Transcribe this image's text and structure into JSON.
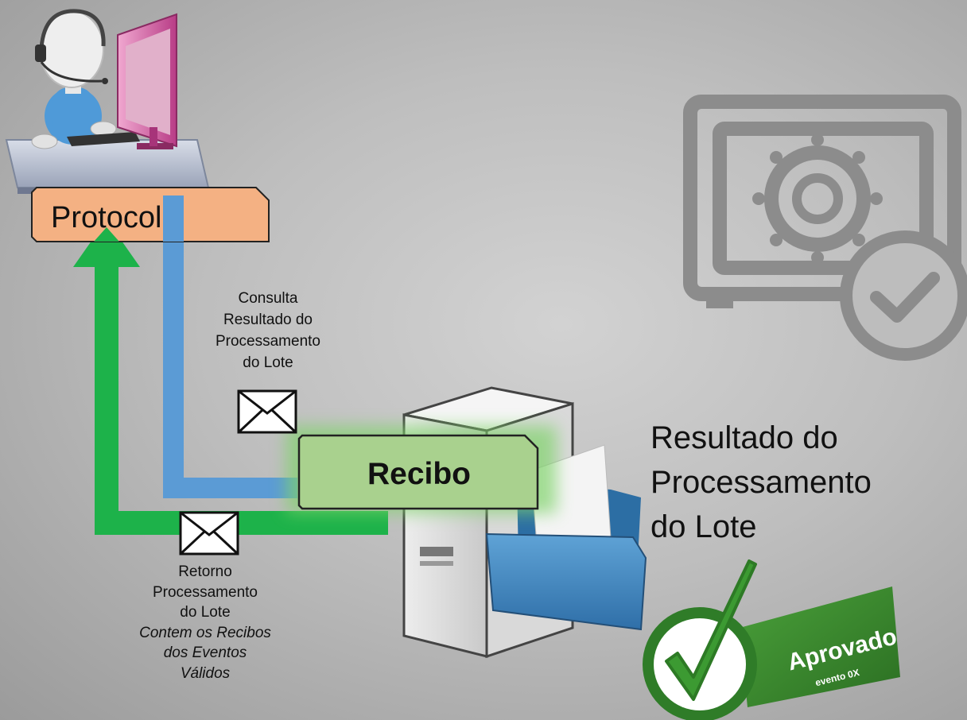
{
  "protocolo_tag": "Protocolo",
  "recibo_tag": "Recibo",
  "consulta_label": [
    "Consulta",
    "Resultado do",
    "Processamento",
    "do Lote"
  ],
  "retorno_label": {
    "regular": [
      "Retorno",
      "Processamento",
      "do Lote"
    ],
    "italic": [
      "Contem os Recibos",
      "dos Eventos",
      "Válidos"
    ]
  },
  "resultado_label": [
    "Resultado do",
    "Processamento",
    "do Lote"
  ],
  "badge_text": "Aprovado",
  "badge_subtext": "evento 0X",
  "colors": {
    "protocolo_fill": "#f0a77f",
    "recibo_fill": "#a9d58e",
    "green_arrow": "#1db24a",
    "blue_arrow": "#5a9bd5",
    "badge_green": "#3b8c2e"
  }
}
